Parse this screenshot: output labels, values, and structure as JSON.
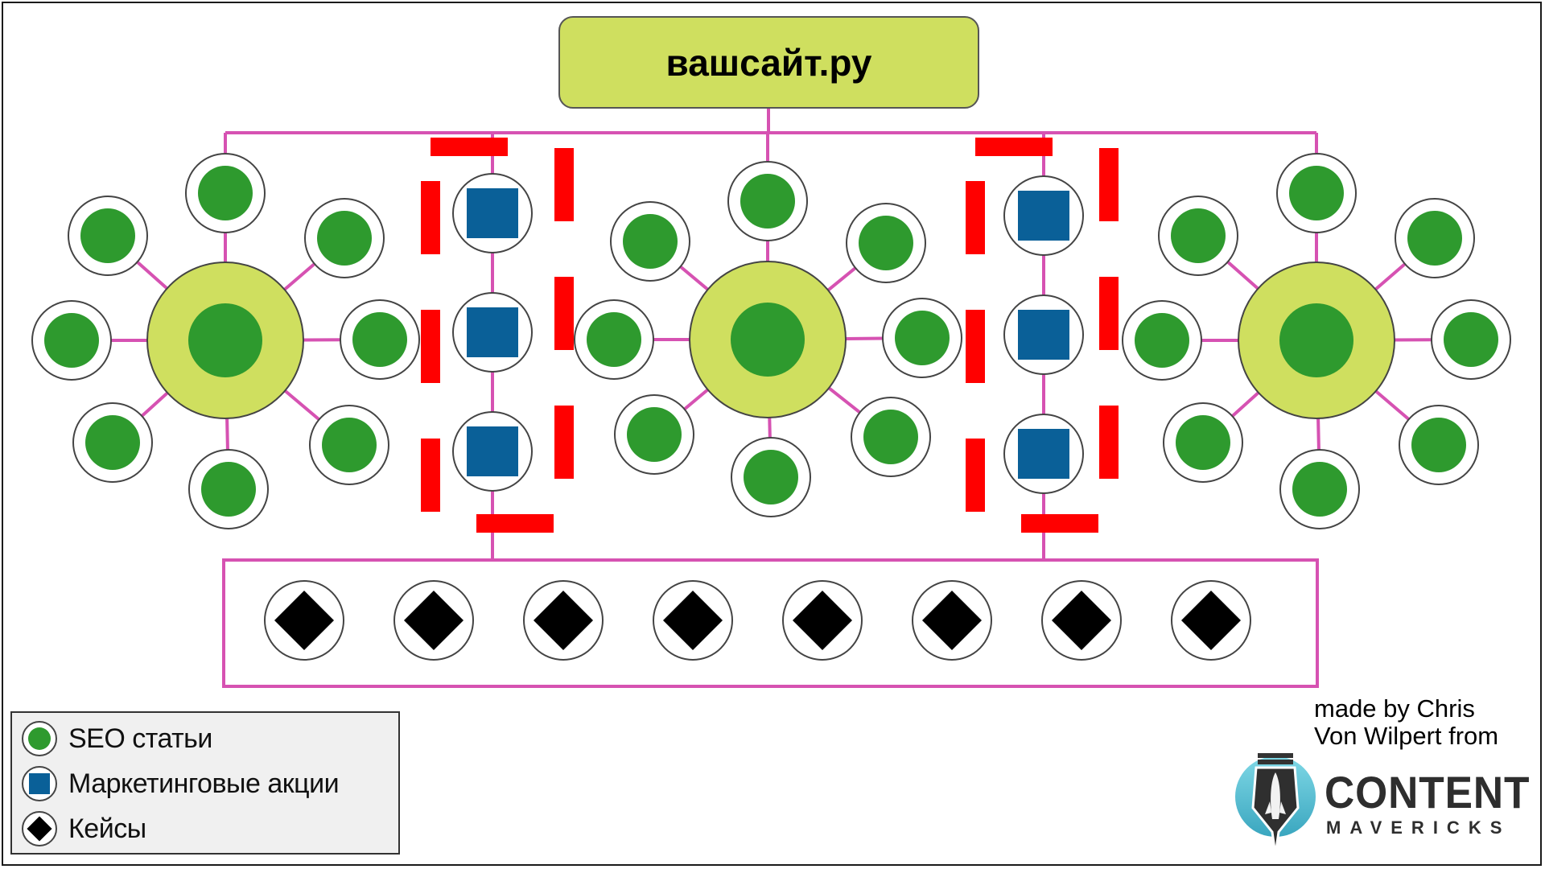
{
  "title": "вашсайт.ру",
  "colors": {
    "connector": "#d652b2",
    "hub_fill": "#cfdf5f",
    "seo_green": "#2e9a2e",
    "marketing_blue": "#0a6098",
    "case_black": "#000000",
    "red_dash": "#ff0000",
    "node_border": "#444444"
  },
  "structure": {
    "clusters": [
      {
        "name": "cluster-left",
        "hub_type": "seo",
        "satellite_count": 8
      },
      {
        "name": "cluster-middle",
        "hub_type": "seo",
        "satellite_count": 8
      },
      {
        "name": "cluster-right",
        "hub_type": "seo",
        "satellite_count": 8
      }
    ],
    "marketing_columns": [
      {
        "name": "marketing-column-1",
        "node_count": 3
      },
      {
        "name": "marketing-column-2",
        "node_count": 3
      }
    ],
    "cases_row": {
      "node_count": 8
    }
  },
  "legend": {
    "items": [
      {
        "icon": "green-circle-icon",
        "label": "SEO статьи"
      },
      {
        "icon": "blue-square-icon",
        "label": "Маркетинговые акции"
      },
      {
        "icon": "black-diamond-icon",
        "label": "Кейсы"
      }
    ]
  },
  "credit": {
    "line1": "made by Chris",
    "line2": "Von Wilpert from"
  },
  "logo": {
    "word1": "CONTENT",
    "word2": "MAVERICKS",
    "icon": "fountain-pen-rocket-icon"
  }
}
